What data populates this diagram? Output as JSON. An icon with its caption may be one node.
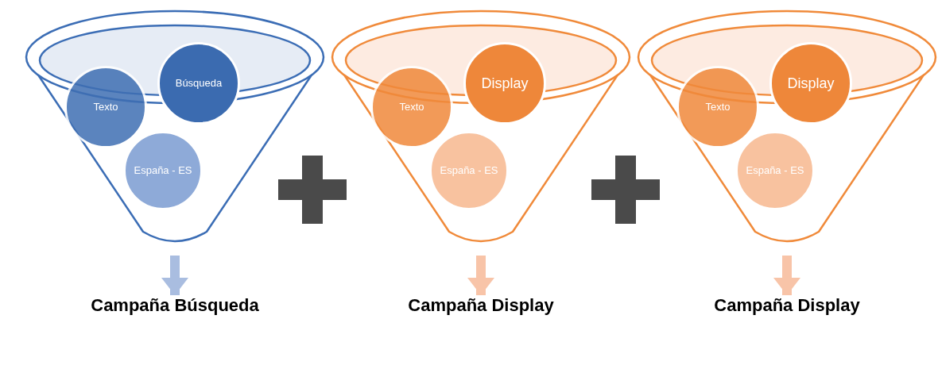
{
  "diagram": {
    "nodes": [
      {
        "text": [],
        "shape": "funnel"
      },
      {
        "text": [
          "Texto"
        ],
        "in": 0
      },
      {
        "text": [
          "Búsqueda"
        ],
        "in": 0
      },
      {
        "text": [
          "España - ES"
        ],
        "in": 0
      },
      {
        "text": [],
        "shape": "funnel"
      },
      {
        "text": [
          "Texto"
        ],
        "in": 4
      },
      {
        "text": [
          "Display"
        ],
        "in": 4
      },
      {
        "text": [
          "España - ES"
        ],
        "in": 4
      },
      {
        "text": [],
        "shape": "funnel"
      },
      {
        "text": [
          "Texto"
        ],
        "in": 8
      },
      {
        "text": [
          "Display"
        ],
        "in": 8
      },
      {
        "text": [
          "España - ES"
        ],
        "in": 8
      },
      {
        "text": [
          "Campaña Búsqueda"
        ]
      },
      {
        "text": [
          "Campaña Display"
        ]
      },
      {
        "text": [
          "Campaña Display"
        ]
      }
    ],
    "edges": [
      {
        "from": 0,
        "to": 12,
        "arrow": "to",
        "color": "#a9bde0"
      },
      {
        "from": 4,
        "to": 13,
        "arrow": "to"
      },
      {
        "from": 8,
        "to": 14,
        "arrow": "to"
      }
    ]
  }
}
